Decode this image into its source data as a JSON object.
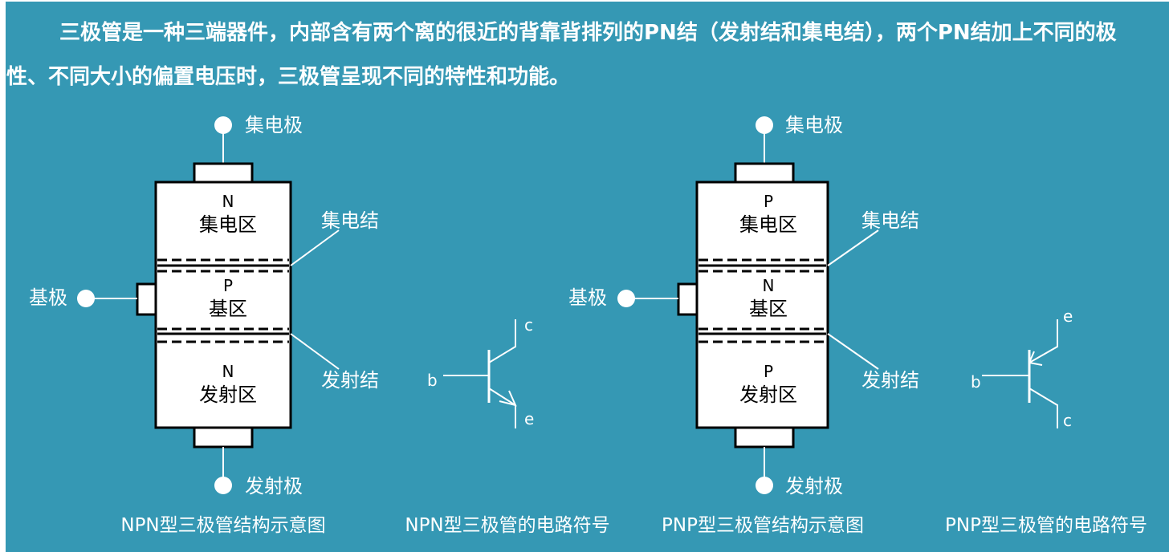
{
  "intro_text": "三极管是一种三端器件，内部含有两个离的很近的背靠背排列的PN结（发射结和集电结），两个PN结加上不同的极性、不同大小的偏置电压时，三极管呈现不同的特性和功能。",
  "npn": {
    "collector_label": "集电极",
    "base_label": "基极",
    "emitter_label": "发射极",
    "collector_junction_label": "集电结",
    "emitter_junction_label": "发射结",
    "collector_region": {
      "type": "N",
      "name": "集电区"
    },
    "base_region": {
      "type": "P",
      "name": "基区"
    },
    "emitter_region": {
      "type": "N",
      "name": "发射区"
    },
    "structure_caption": "NPN型三极管结构示意图",
    "symbol": {
      "b": "b",
      "c": "c",
      "e": "e"
    },
    "symbol_caption": "NPN型三极管的电路符号"
  },
  "pnp": {
    "collector_label": "集电极",
    "base_label": "基极",
    "emitter_label": "发射极",
    "collector_junction_label": "集电结",
    "emitter_junction_label": "发射结",
    "collector_region": {
      "type": "P",
      "name": "集电区"
    },
    "base_region": {
      "type": "N",
      "name": "基区"
    },
    "emitter_region": {
      "type": "P",
      "name": "发射区"
    },
    "structure_caption": "PNP型三极管结构示意图",
    "symbol": {
      "b": "b",
      "c": "c",
      "e": "e"
    },
    "symbol_caption": "PNP型三极管的电路符号"
  },
  "colors": {
    "background": "#3598b4",
    "text": "#ffffff",
    "device_fill": "#ffffff",
    "device_outline": "#000000"
  }
}
